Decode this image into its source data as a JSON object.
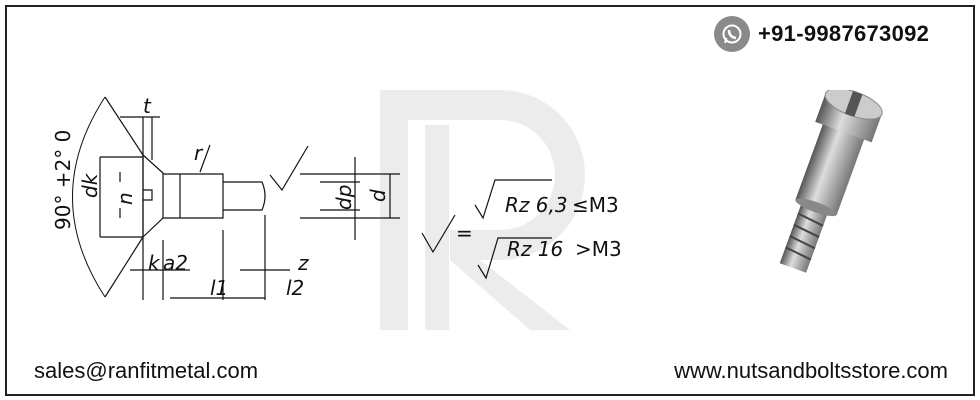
{
  "contact": {
    "phone": "+91-9987673092",
    "phone_icon": "whatsapp-icon",
    "email": "sales@ranfitmetal.com",
    "website": "www.nutsandboltsstore.com"
  },
  "drawing": {
    "angle": "90° +2° 0",
    "labels": {
      "t": "t",
      "r": "r",
      "dk": "dk",
      "n": "n",
      "k": "k",
      "a2": "a2",
      "l1": "l1",
      "l2": "l2",
      "z": "z",
      "dp": "dp",
      "d": "d"
    },
    "roughness": {
      "eq": "=",
      "row1_value": "Rz 6,3",
      "row1_cond": "≤M3",
      "row2_value": "Rz 16",
      "row2_cond": ">M3"
    }
  },
  "watermark_logo": "R",
  "product_image": "slotted-shoulder-screw"
}
